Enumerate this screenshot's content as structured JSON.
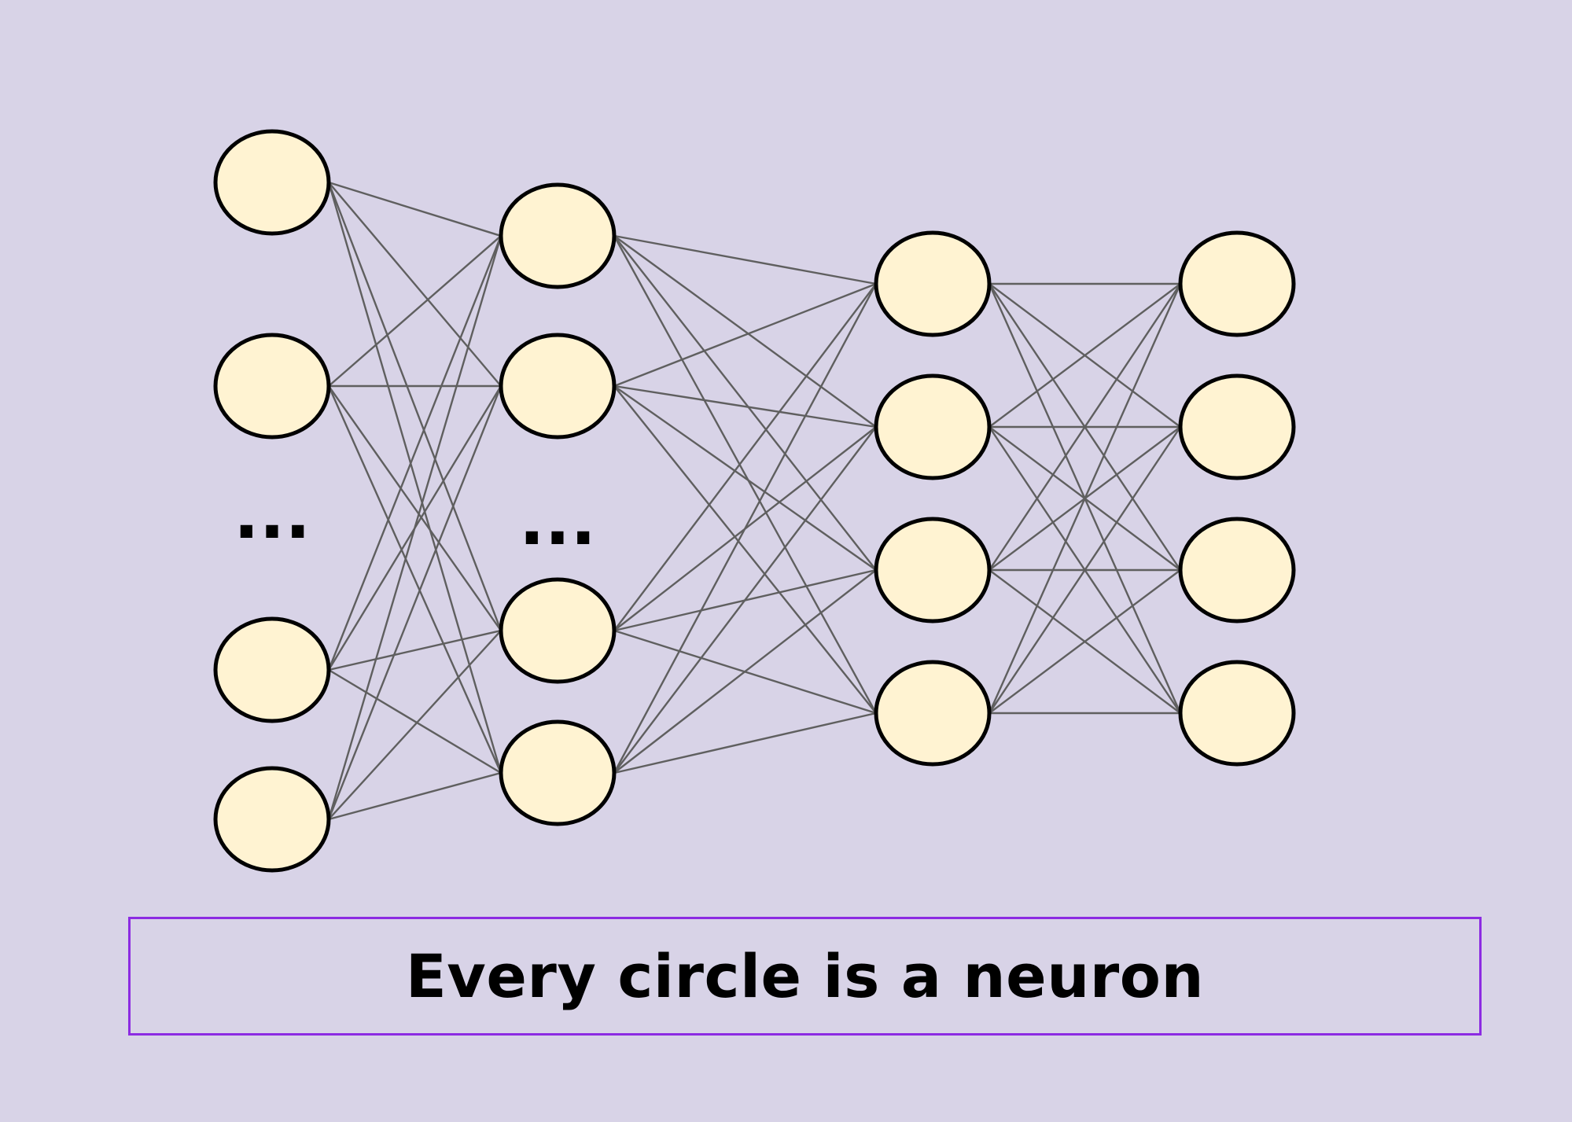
{
  "diagram": {
    "colors": {
      "background": "#d8d3e7",
      "neuron_fill": "#fff3d2",
      "neuron_stroke": "#000000",
      "edge": "#5f5f5f",
      "caption_border": "#8c2be2"
    },
    "layers": [
      {
        "visible_neurons": 4,
        "ellipsis": "..."
      },
      {
        "visible_neurons": 4,
        "ellipsis": "..."
      },
      {
        "visible_neurons": 4,
        "ellipsis": ""
      },
      {
        "visible_neurons": 4,
        "ellipsis": ""
      }
    ],
    "connectivity": "fully-connected"
  },
  "caption": {
    "text": "Every circle is a neuron"
  }
}
